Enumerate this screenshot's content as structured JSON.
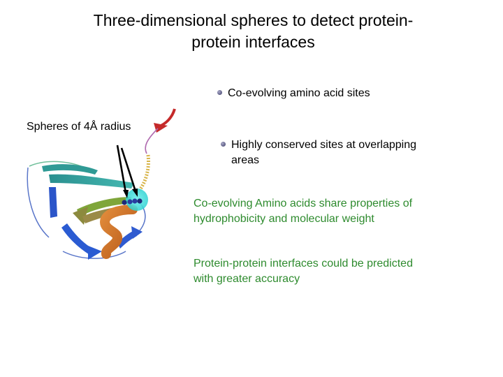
{
  "title": {
    "line1": "Three-dimensional spheres to detect protein-",
    "line2": "protein interfaces"
  },
  "bullets": [
    {
      "text": "Co-evolving amino acid sites"
    },
    {
      "line1": "Highly conserved sites at overlapping",
      "line2": "areas"
    }
  ],
  "callouts": [
    {
      "line1": "Co-evolving Amino acids share properties of",
      "line2": "hydrophobicity and molecular weight"
    },
    {
      "line1": "Protein-protein interfaces could be predicted",
      "line2": "with greater accuracy"
    }
  ],
  "figure": {
    "sphere_label": "Spheres of 4Å radius"
  },
  "colors": {
    "callout_text": "#2e8b2e",
    "bullet": "#3b3b66"
  }
}
